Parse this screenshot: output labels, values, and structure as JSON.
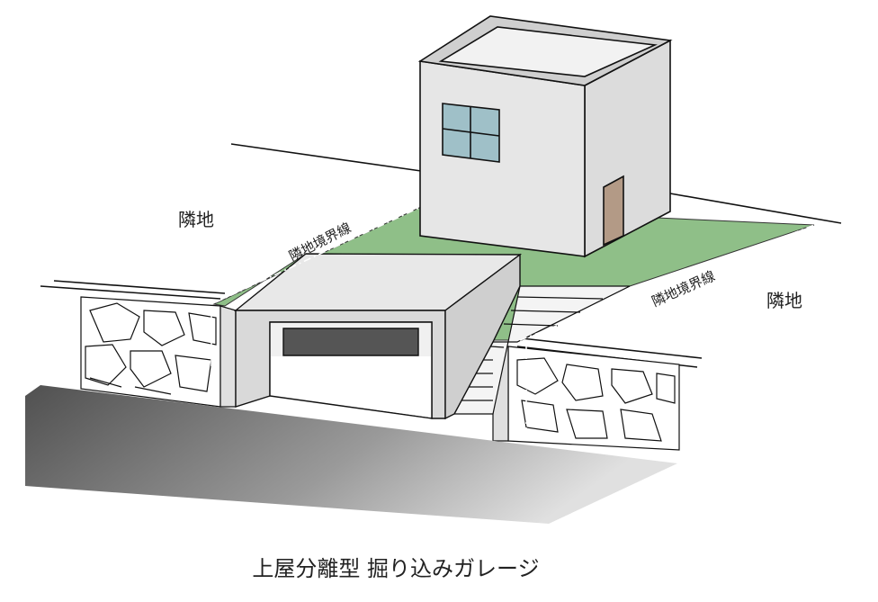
{
  "labels": {
    "neighbor_left": "隣地",
    "neighbor_right": "隣地",
    "boundary_left": "隣地境界線",
    "boundary_right": "隣地境界線"
  },
  "caption": "上屋分離型 掘り込みガレージ",
  "colors": {
    "lawn": "#8fbf88",
    "wall": "#e4e4e4",
    "door": "#b39a86",
    "window": "#9fc0c8",
    "road_dark": "#555555",
    "road_light": "#d8d8d8"
  }
}
